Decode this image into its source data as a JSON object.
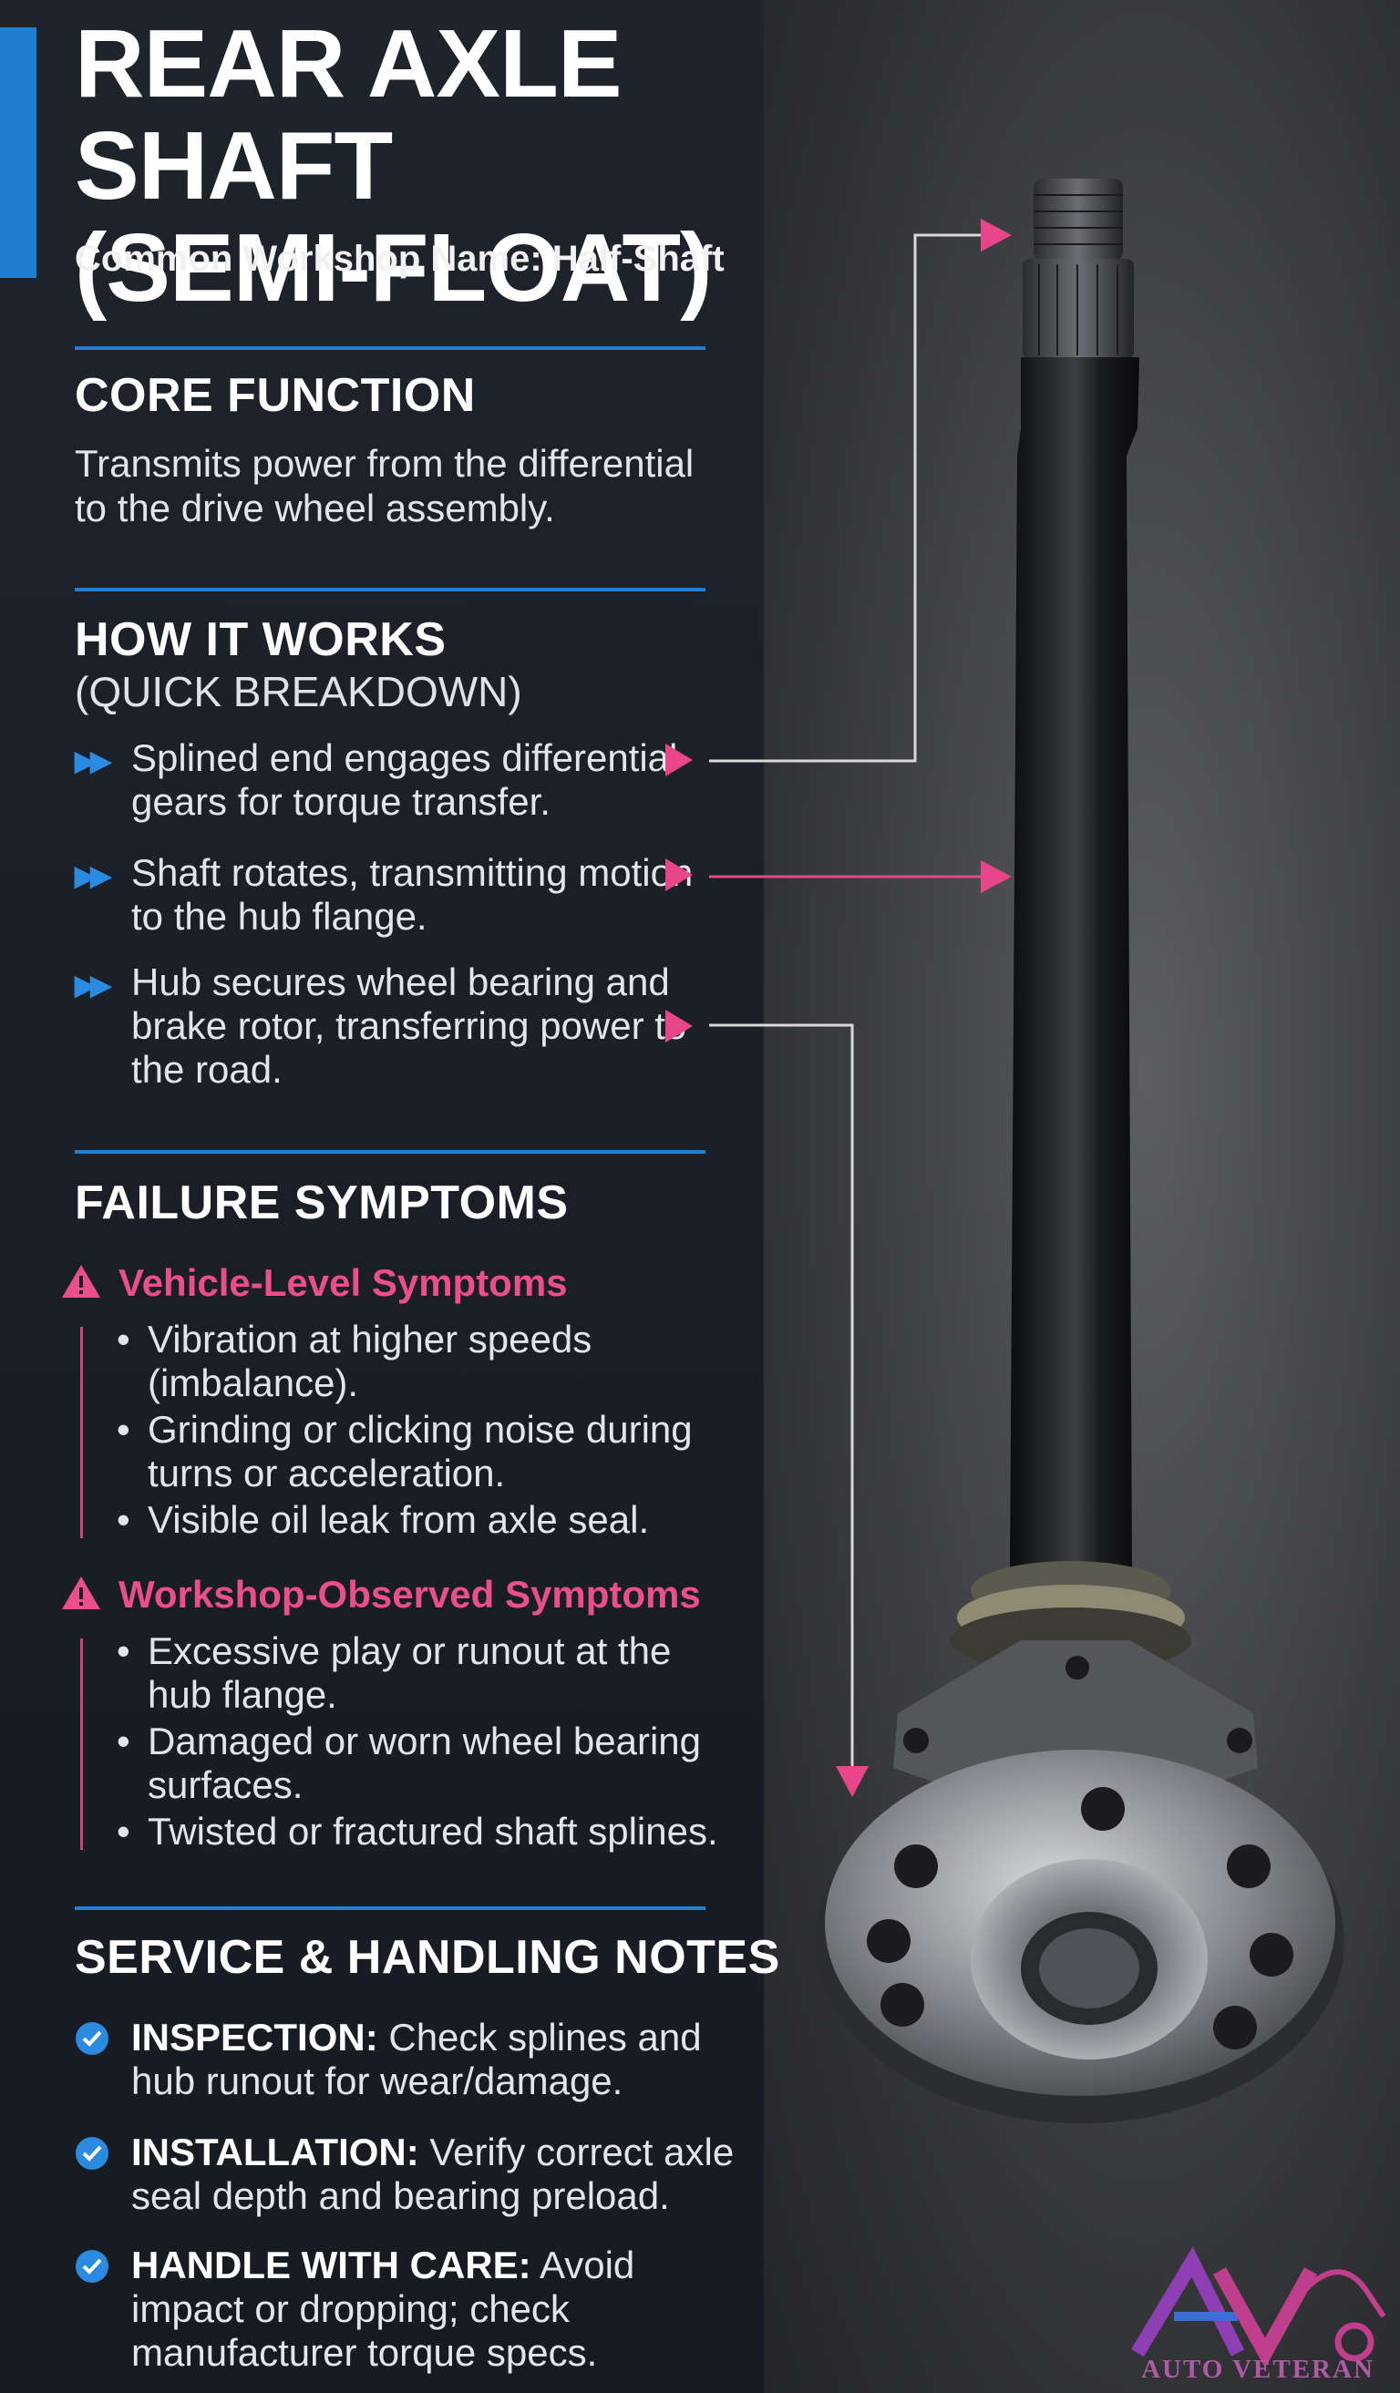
{
  "header": {
    "title_line1": "REAR AXLE SHAFT",
    "title_line2": "(SEMI-FLOAT)",
    "subtitle": "Common Workshop Name: Half-Shaft"
  },
  "core_function": {
    "heading": "CORE FUNCTION",
    "text": "Transmits power from the differential to the drive wheel assembly."
  },
  "how_it_works": {
    "heading": "HOW IT WORKS",
    "subheading": "(QUICK BREAKDOWN)",
    "steps": [
      "Splined end engages differential gears for torque transfer.",
      "Shaft rotates, transmitting motion to the hub flange.",
      "Hub secures wheel bearing and brake rotor, transferring power to the road."
    ]
  },
  "failure_symptoms": {
    "heading": "FAILURE SYMPTOMS",
    "vehicle_level": {
      "title": "Vehicle-Level Symptoms",
      "items": [
        "Vibration at higher speeds (imbalance).",
        "Grinding or clicking noise during turns or acceleration.",
        "Visible oil leak from axle seal."
      ]
    },
    "workshop_observed": {
      "title": "Workshop-Observed Symptoms",
      "items": [
        "Excessive play or runout at the hub flange.",
        "Damaged or worn wheel bearing surfaces.",
        "Twisted or fractured shaft splines."
      ]
    }
  },
  "service_notes": {
    "heading": "SERVICE & HANDLING NOTES",
    "items": [
      {
        "label": "INSPECTION:",
        "text": "Check splines and hub runout for wear/damage."
      },
      {
        "label": "INSTALLATION:",
        "text": "Verify correct axle seal depth and bearing preload."
      },
      {
        "label": "HANDLE WITH CARE:",
        "text": "Avoid impact or dropping; check manufacturer torque specs."
      }
    ]
  },
  "logo": {
    "text": "AUTO VETERAN"
  },
  "colors": {
    "accent_blue": "#1e7fd2",
    "callout_pink": "#e8468b",
    "panel_dark": "#1b2028"
  },
  "icons": {
    "step_marker": "double-chevron-icon",
    "warning": "warning-triangle-icon",
    "check": "check-circle-icon"
  }
}
